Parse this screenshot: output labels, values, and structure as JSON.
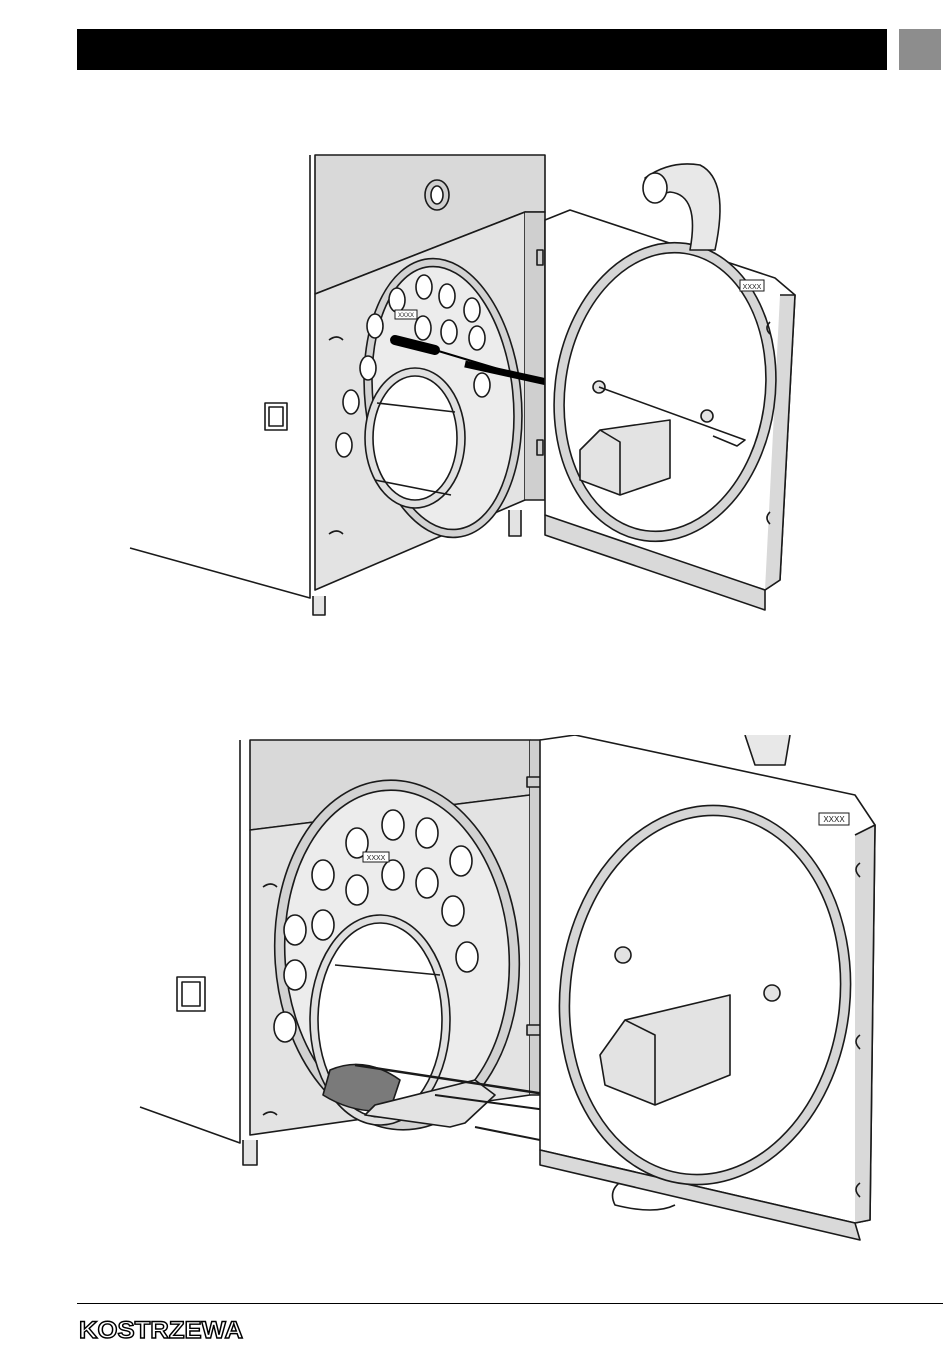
{
  "header": {
    "title": ""
  },
  "figures": [
    {
      "plate_label": "XXXX"
    },
    {
      "plate_label": "XXXX"
    }
  ],
  "footer": {
    "brand": "KOSTRZEWA"
  },
  "colors": {
    "header_bar": "#000000",
    "header_tab": "#8d8d8d",
    "panel_fill": "#d9d9d9",
    "line": "#1a1a1a"
  }
}
